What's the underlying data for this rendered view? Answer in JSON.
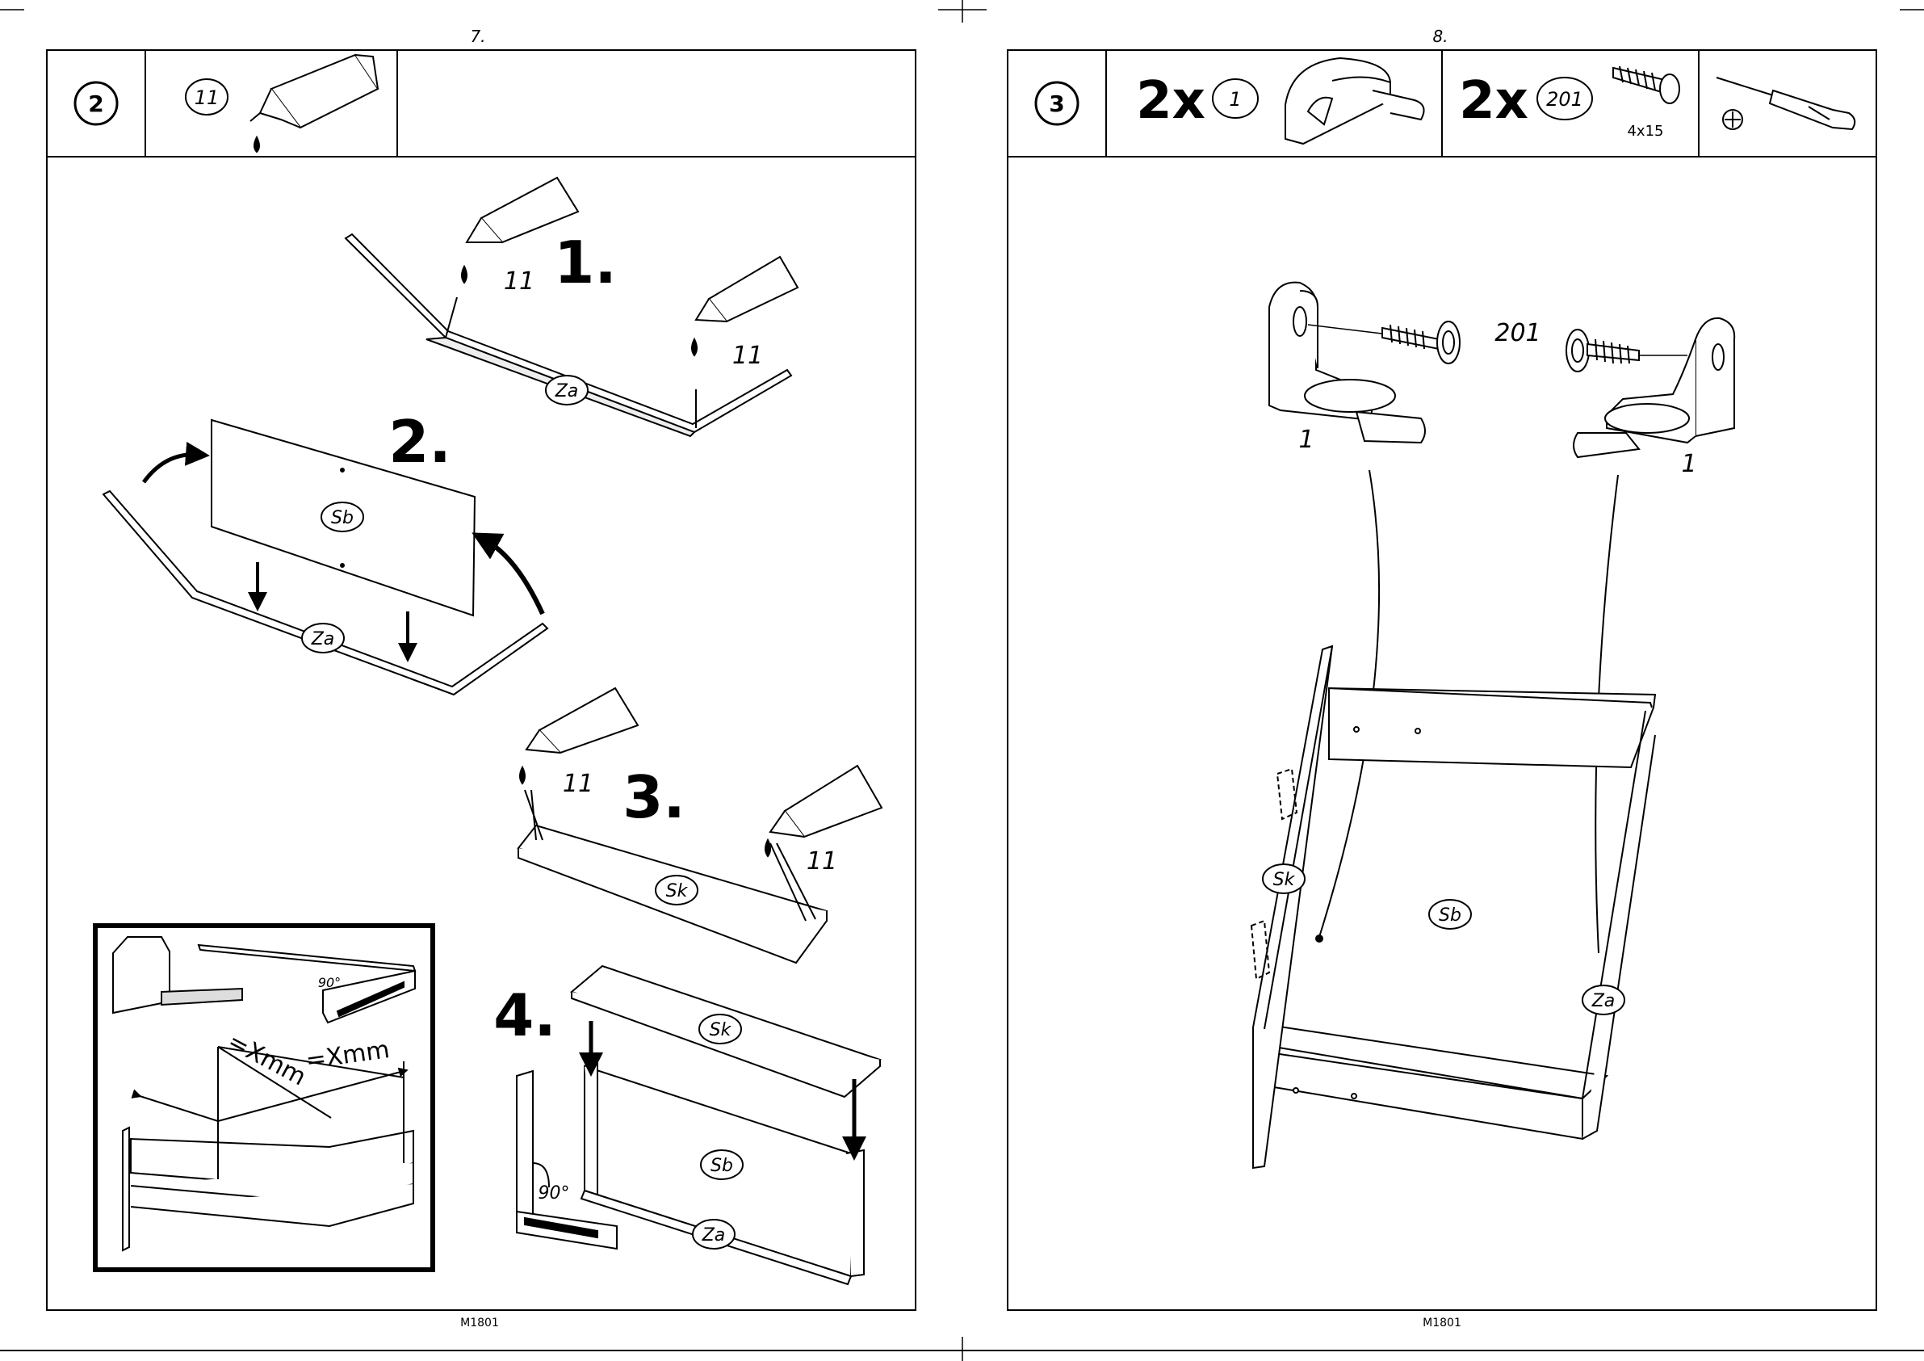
{
  "pages": [
    {
      "page_number": "7.",
      "footer_code": "M1801",
      "step_number": "2",
      "header_part_ref": "11",
      "substeps": [
        "1.",
        "2.",
        "3.",
        "4."
      ],
      "labels": {
        "glue_a": "11",
        "glue_b": "11",
        "glue_c": "11",
        "glue_d": "11",
        "part_za_1": "Za",
        "part_sb_2": "Sb",
        "part_za_2": "Za",
        "part_sk_3": "Sk",
        "part_sk_4": "Sk",
        "part_sb_4": "Sb",
        "part_za_4": "Za",
        "angle_4": "90°"
      },
      "inset": {
        "angle": "90°",
        "measure_a": "=Xmm",
        "measure_b": "=Xmm"
      }
    },
    {
      "page_number": "8.",
      "footer_code": "M1801",
      "step_number": "3",
      "parts": [
        {
          "quantity": "2x",
          "ref": "1"
        },
        {
          "quantity": "2x",
          "ref": "201",
          "size": "4x15"
        }
      ],
      "labels": {
        "screw": "201",
        "bracket_left": "1",
        "bracket_right": "1",
        "part_sk": "Sk",
        "part_sb": "Sb",
        "part_za": "Za"
      }
    }
  ]
}
